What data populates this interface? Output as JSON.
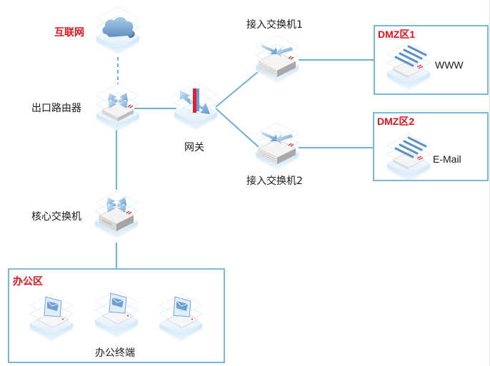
{
  "diagram": {
    "colors": {
      "line": "#6fb0d8",
      "zone_border": "#7fb6d8",
      "zone_title": "#e0141e",
      "label": "#1a1a1a",
      "icon_base": "#cfe6f6",
      "icon_accent": "#d8233a"
    },
    "nodes": {
      "internet": {
        "label": "互联网",
        "icon": "cloud-icon"
      },
      "router": {
        "label": "出口路由器",
        "icon": "router-icon"
      },
      "gateway": {
        "label": "网关",
        "icon": "gateway-firewall-icon"
      },
      "access_switch_1": {
        "label": "接入交换机1",
        "icon": "switch-icon"
      },
      "access_switch_2": {
        "label": "接入交换机2",
        "icon": "switch-icon"
      },
      "core_switch": {
        "label": "核心交换机",
        "icon": "core-switch-icon"
      },
      "www_server": {
        "label": "WWW",
        "icon": "server-icon"
      },
      "mail_server": {
        "label": "E-Mail",
        "icon": "server-icon"
      },
      "office_terminals": {
        "label": "办公终端",
        "icon": "laptop-icon",
        "count": 3
      }
    },
    "zones": {
      "dmz1": {
        "title": "DMZ区1"
      },
      "dmz2": {
        "title": "DMZ区2"
      },
      "office": {
        "title": "办公区"
      }
    },
    "edges": [
      {
        "from": "internet",
        "to": "router",
        "style": "dashed"
      },
      {
        "from": "router",
        "to": "gateway",
        "style": "solid"
      },
      {
        "from": "router",
        "to": "core_switch",
        "style": "solid"
      },
      {
        "from": "gateway",
        "to": "access_switch_1",
        "style": "solid"
      },
      {
        "from": "gateway",
        "to": "access_switch_2",
        "style": "solid"
      },
      {
        "from": "access_switch_1",
        "to": "dmz1",
        "style": "solid"
      },
      {
        "from": "access_switch_2",
        "to": "dmz2",
        "style": "solid"
      },
      {
        "from": "core_switch",
        "to": "office",
        "style": "solid"
      }
    ]
  }
}
